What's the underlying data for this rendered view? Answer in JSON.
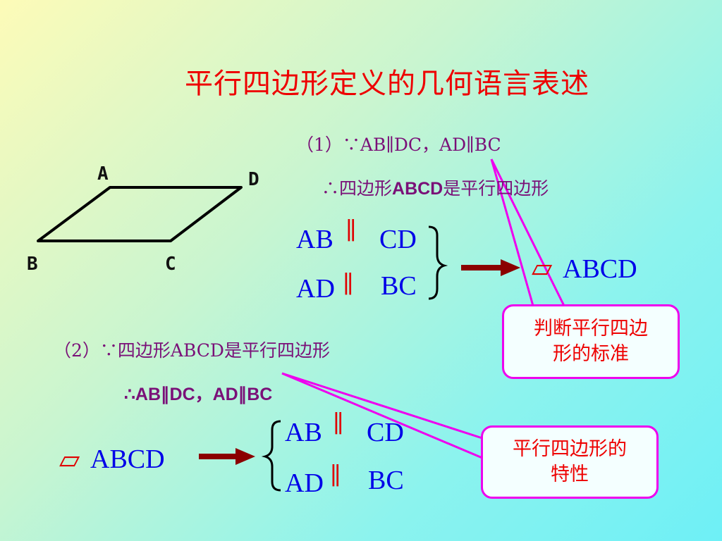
{
  "title": "平行四边形定义的几何语言表述",
  "figure": {
    "labels": {
      "a": "A",
      "b": "B",
      "c": "C",
      "d": "D"
    }
  },
  "statement1": {
    "line1": "（1）∵AB∥DC，AD∥BC",
    "line2_prefix": "∴四边形",
    "line2_bold": "ABCD",
    "line2_suffix": "是平行四边形"
  },
  "relation1": {
    "row1_left": "AB",
    "row1_sym": "∥",
    "row1_right": "CD",
    "row2_left": "AD",
    "row2_sym": "∥",
    "row2_right": "BC",
    "result_symbol": "▱",
    "result": "ABCD"
  },
  "callout1": {
    "text_line1": "判断平行四边",
    "text_line2": "形的标准"
  },
  "statement2": {
    "line1": "（2）∵四边形ABCD是平行四边形",
    "line2": "∴AB∥DC，AD∥BC"
  },
  "relation2": {
    "premise_symbol": "▱",
    "premise": "ABCD",
    "row1_left": "AB",
    "row1_sym": "∥",
    "row1_right": "CD",
    "row2_left": "AD",
    "row2_sym": "∥",
    "row2_right": "BC"
  },
  "callout2": {
    "text_line1": "平行四边形的",
    "text_line2": "特性"
  },
  "colors": {
    "title": "#ee0000",
    "statement": "#7a1078",
    "relation": "#0000e8",
    "arrow": "#8b0000",
    "callout_border": "#ee00ee"
  }
}
